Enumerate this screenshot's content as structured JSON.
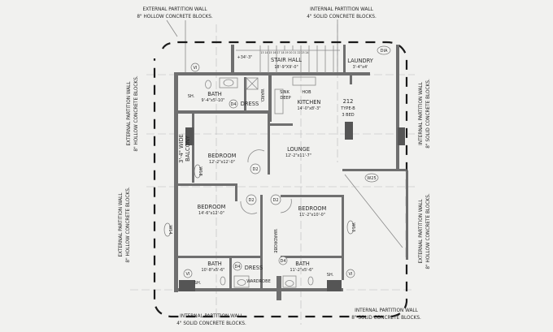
{
  "notes": {
    "top_left": {
      "line1": "EXTERNAL PARTITION WALL",
      "line2": "8\" HOLLOW CONCRETE BLOCKS."
    },
    "top_right": {
      "line1": "INTERNAL PARTITION WALL",
      "line2": "4\" SOLID CONCRETE BLOCKS."
    },
    "left_upper": {
      "line1": "EXTERNAL PARTITION WALL",
      "line2": "8\" HOLLOW CONCRETE BLOCKS."
    },
    "left_lower": {
      "line1": "EXTERNAL PARTITION WALL",
      "line2": "8\" HOLLOW CONCRETE BLOCKS."
    },
    "right_upper": {
      "line1": "INTERNAL PARTITION WALL",
      "line2": "8\" SOLID CONCRETE BLOCKS."
    },
    "right_lower": {
      "line1": "EXTERNAL PARTITION WALL",
      "line2": "8\" HOLLOW CONCRETE BLOCKS."
    },
    "bottom_left": {
      "line1": "INTERNAL PARTITION WALL",
      "line2": "4\" SOLID CONCRETE BLOCKS."
    },
    "bottom_right": {
      "line1": "INTERNAL PARTITION WALL",
      "line2": "8\" SOLID CONCRETE BLOCKS."
    }
  },
  "unit": {
    "number": "212",
    "type": "TYPE-B",
    "beds": "3 BED"
  },
  "rooms": {
    "stair_hall": {
      "name": "STAIR HALL",
      "size": "18'-9\"X9'-0\"",
      "level": "+34'-3\"",
      "steps": "13 14 15 16 17 18 19 20 21 22 23 24"
    },
    "laundry": {
      "name": "LAUNDRY",
      "size": "3'-4\"x4'"
    },
    "bath_top": {
      "name": "BATH",
      "size": "9'-4\"x5'-10\"",
      "shower": "SH.",
      "door": "D4",
      "dress": "DRESS",
      "ward": "WARD."
    },
    "kitchen": {
      "name": "KITCHEN",
      "size": "14'-0\"x8'-3\"",
      "sink": "SINK",
      "deep": "DEEP",
      "hob": "HOB"
    },
    "bedroom1": {
      "name": "BEDROOM",
      "size": "12'-2\"x12'-0\""
    },
    "balcony": {
      "name": "3'-4\" WIDE",
      "name2": "BALCONY"
    },
    "lounge": {
      "name": "LOUNGE",
      "size": "12'-2\"x11'-7\""
    },
    "bedroom2": {
      "name": "BEDROOM",
      "size": "14'-6\"x12'-0\""
    },
    "bedroom3": {
      "name": "BEDROOM",
      "size": "11'-2\"x10'-0\""
    },
    "wardrobe_mid": {
      "name": "WARDROBE"
    },
    "bath_bl": {
      "name": "BATH",
      "size": "10'-8\"x5'-6\"",
      "shower": "SH.",
      "door": "D4",
      "dress": "DRESS",
      "wardrobe": "WARDROBE"
    },
    "bath_br": {
      "name": "BATH",
      "size": "11'-2\"x5'-6\"",
      "shower": "SH.",
      "door": "D4"
    }
  },
  "tags": {
    "v1": "VI",
    "dia": "DIA",
    "w18": "W18",
    "w25": "W25",
    "w14": "W14",
    "w13": "W13",
    "d2": "D2"
  }
}
